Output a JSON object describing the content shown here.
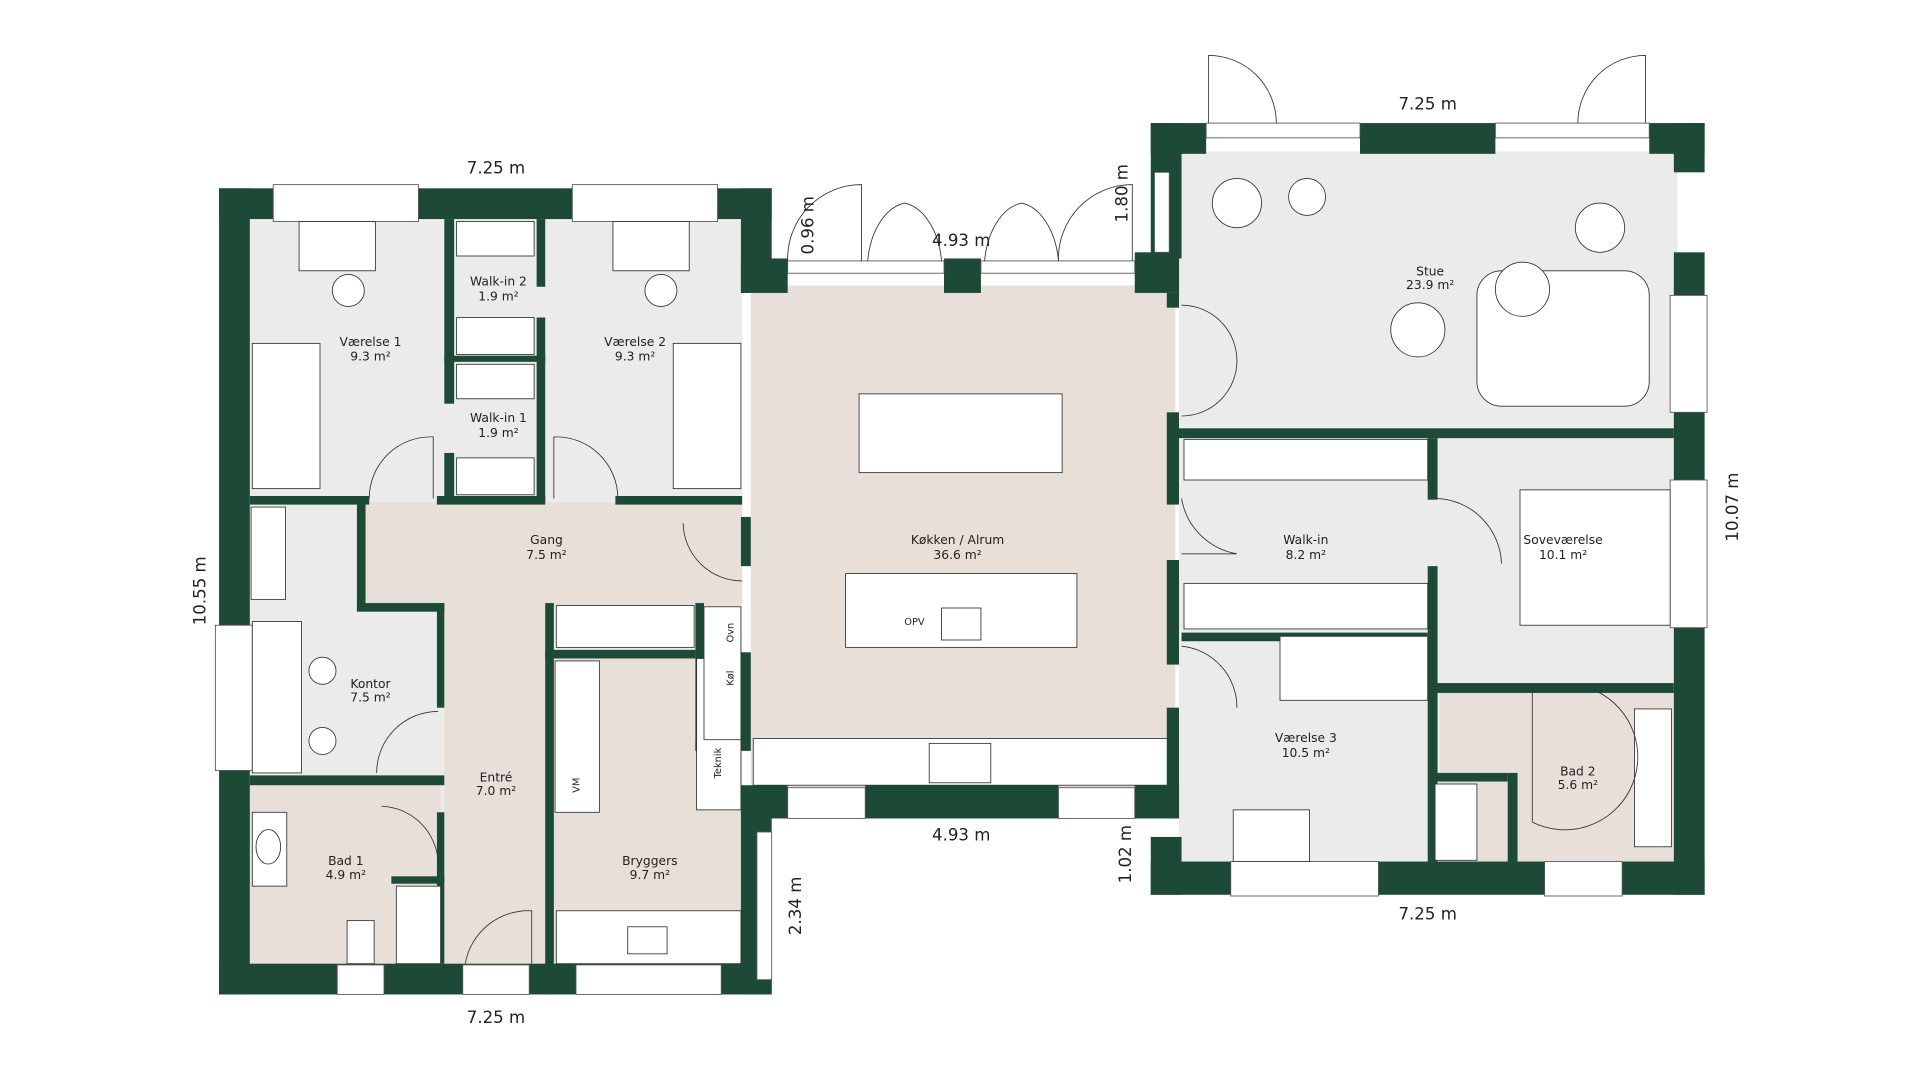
{
  "colors": {
    "wall": "#1c4a36",
    "room_floor": "#ebebeb",
    "wet_floor": "#e9dfd9"
  },
  "rooms": [
    {
      "name": "Værelse 1",
      "area": "9.3 m²"
    },
    {
      "name": "Walk-in 2",
      "area": "1.9 m²"
    },
    {
      "name": "Værelse 2",
      "area": "9.3 m²"
    },
    {
      "name": "Walk-in 1",
      "area": "1.9 m²"
    },
    {
      "name": "Gang",
      "area": "7.5 m²"
    },
    {
      "name": "Kontor",
      "area": "7.5 m²"
    },
    {
      "name": "Entré",
      "area": "7.0 m²"
    },
    {
      "name": "Bad 1",
      "area": "4.9 m²"
    },
    {
      "name": "Bryggers",
      "area": "9.7 m²"
    },
    {
      "name": "Køkken / Alrum",
      "area": "36.6 m²"
    },
    {
      "name": "Stue",
      "area": "23.9 m²"
    },
    {
      "name": "Walk-in",
      "area": "8.2 m²"
    },
    {
      "name": "Soveværelse",
      "area": "10.1 m²"
    },
    {
      "name": "Værelse 3",
      "area": "10.5 m²"
    },
    {
      "name": "Bad 2",
      "area": "5.6 m²"
    }
  ],
  "dimensions": {
    "left_top": "7.25 m",
    "left_bottom": "7.25 m",
    "left_side": "10.55 m",
    "mid_top": "4.93 m",
    "mid_bottom": "4.93 m",
    "mid_top_left": "0.96 m",
    "mid_top_right": "1.80 m",
    "mid_bottom_left": "2.34 m",
    "mid_bottom_right": "1.02 m",
    "right_top": "7.25 m",
    "right_bottom": "7.25 m",
    "right_side": "10.07 m"
  },
  "fixtures": {
    "opv": "OPV",
    "ovn": "Ovn",
    "kol": "Køl",
    "teknik": "Teknik",
    "vm": "VM"
  }
}
